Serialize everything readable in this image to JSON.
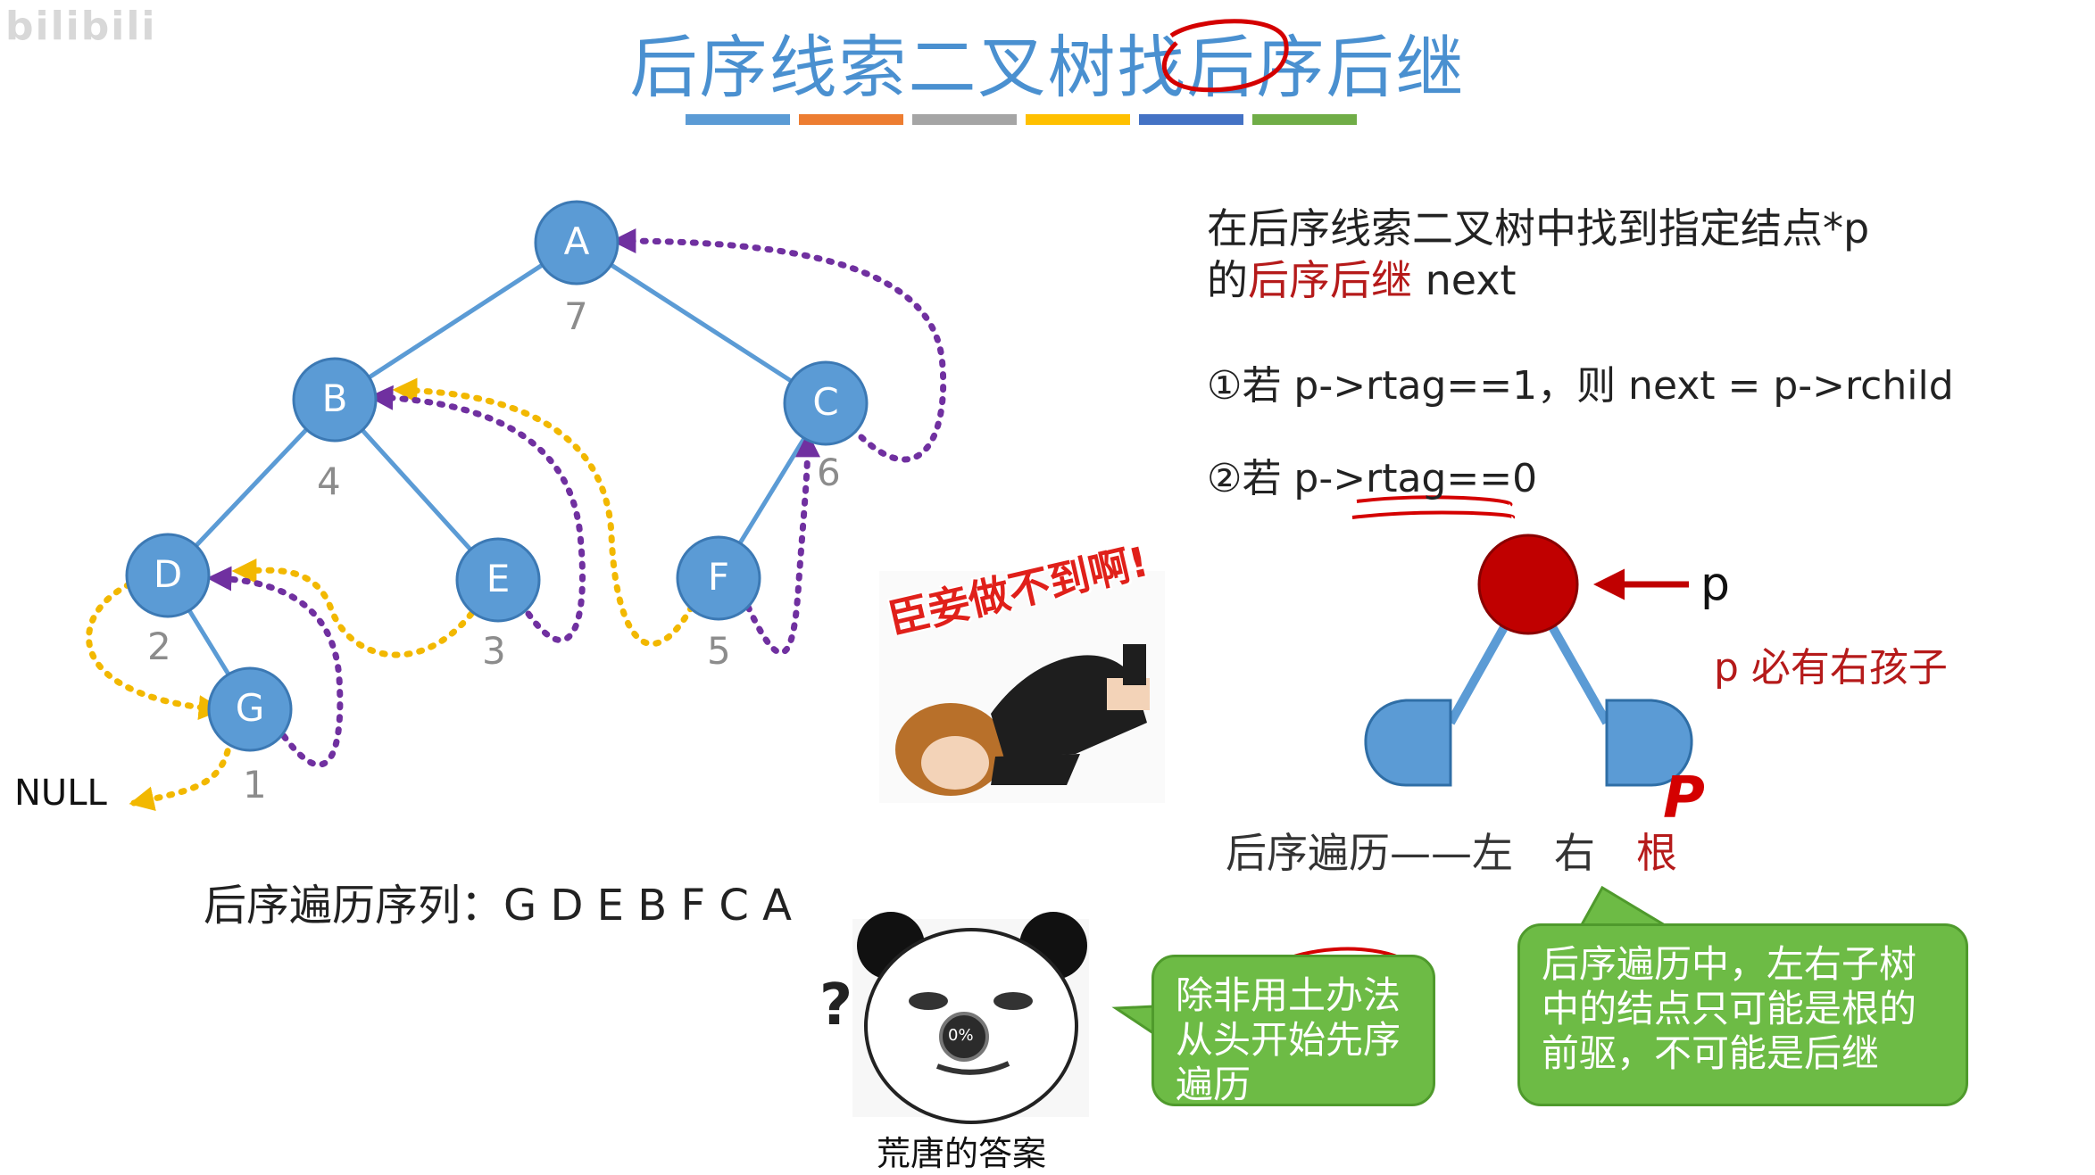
{
  "watermark": "bilibili",
  "title": "后序线索二叉树找后序后继",
  "title_bar_colors": [
    "#5b9bd5",
    "#ed7d31",
    "#a5a5a5",
    "#ffc000",
    "#4472c4",
    "#70ad47"
  ],
  "colors": {
    "node_blue": "#5b9bd5",
    "node_red": "#c00000",
    "edge": "#5b9bd5",
    "thread_yellow": "#f2b800",
    "thread_purple": "#7030a0",
    "annotation_red": "#d40000",
    "bubble_green": "#6dbb45"
  },
  "tree": {
    "nodes": [
      {
        "id": "A",
        "order": "7"
      },
      {
        "id": "B",
        "order": "4"
      },
      {
        "id": "C",
        "order": "6"
      },
      {
        "id": "D",
        "order": "2"
      },
      {
        "id": "E",
        "order": "3"
      },
      {
        "id": "F",
        "order": "5"
      },
      {
        "id": "G",
        "order": "1"
      }
    ],
    "null_label": "NULL"
  },
  "traversal": "后序遍历序列：G D E B F C A",
  "explain": {
    "line1": "在后序线索二叉树中找到指定结点*p",
    "line2_prefix": "的",
    "line2_highlight": "后序后继",
    "line2_suffix": " next",
    "rule1": "①若 p->rtag==1，则 next = p->rchild",
    "rule2": "②若 p->rtag==0"
  },
  "mini_tree": {
    "p_label": "p",
    "note": "p 必有右孩子",
    "order_prefix": "后序遍历——左",
    "order_right": "右",
    "order_root": "根",
    "handwritten": "P"
  },
  "meme_girl_caption": "臣妾做不到啊!",
  "meme_panda": {
    "caption": "荒唐的答案",
    "question_mark": "?",
    "progress": "0%"
  },
  "bubble_left": [
    "除非用土办法",
    "从头开始先序",
    "遍历"
  ],
  "bubble_right": [
    "后序遍历中，左右子树",
    "中的结点只可能是根的",
    "前驱，不可能是后继"
  ]
}
